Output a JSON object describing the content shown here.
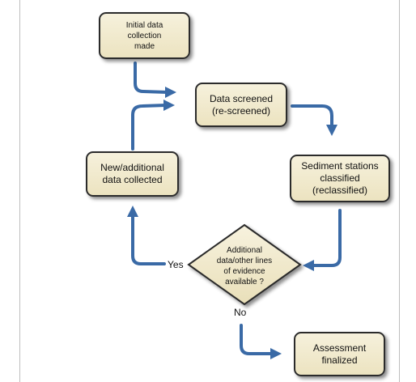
{
  "nodes": {
    "initial": "Initial data\ncollection\nmade",
    "screened": "Data screened\n(re-screened)",
    "classified": "Sediment stations\nclassified\n(reclassified)",
    "new_data": "New/additional\ndata collected",
    "decision": "Additional\ndata/other lines\nof evidence\navailable ?",
    "finalized": "Assessment\nfinalized"
  },
  "edge_labels": {
    "yes": "Yes",
    "no": "No"
  },
  "colors": {
    "node_fill": "#efe7c8",
    "node_border": "#2b2b2b",
    "arrow": "#3a6aa6"
  }
}
